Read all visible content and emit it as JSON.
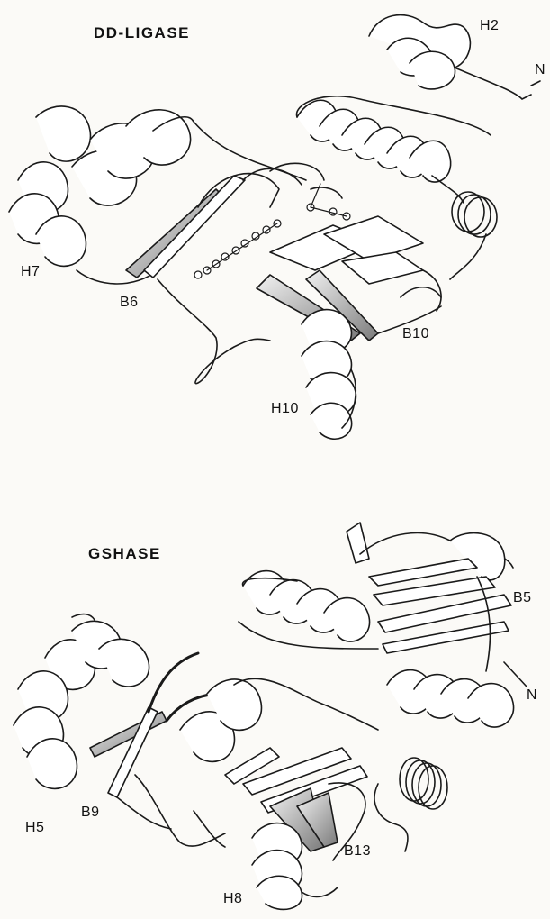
{
  "panels": [
    {
      "title": "DD-LIGASE",
      "labels": {
        "h2": "H2",
        "n": "N",
        "h7": "H7",
        "b6": "B6",
        "b10": "B10",
        "h10": "H10"
      }
    },
    {
      "title": "GSHASE",
      "labels": {
        "b5": "B5",
        "n": "N",
        "h5": "H5",
        "b9": "B9",
        "b13": "B13",
        "h8": "H8"
      }
    }
  ],
  "colors": {
    "ink": "#1a1a1a",
    "ribbon": "#ffffff",
    "shade": "#9a9a9a",
    "background": "#fbfaf7"
  }
}
